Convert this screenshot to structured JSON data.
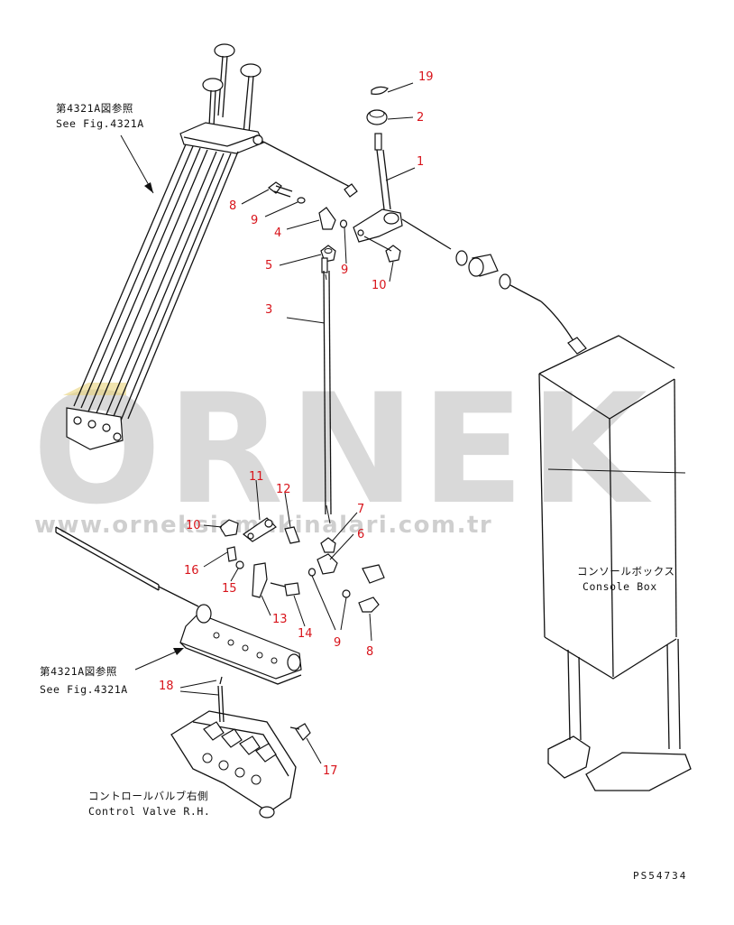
{
  "watermark": {
    "brand": "ORNEK",
    "url": "www.orneksismakinalari.com.tr"
  },
  "references": {
    "top_jp": "第4321A図参照",
    "top_en": "See Fig.4321A",
    "bottom_jp": "第4321A図参照",
    "bottom_en": "See Fig.4321A"
  },
  "components": {
    "console_jp": "コンソールボックス",
    "console_en": "Console Box",
    "valve_jp": "コントロールバルブ右側",
    "valve_en": "Control Valve R.H."
  },
  "part_numbers": {
    "p1": "1",
    "p2": "2",
    "p3": "3",
    "p4": "4",
    "p5": "5",
    "p6": "6",
    "p7": "7",
    "p8a": "8",
    "p8b": "8",
    "p9a": "9",
    "p9b": "9",
    "p9c": "9",
    "p10a": "10",
    "p10b": "10",
    "p11": "11",
    "p12": "12",
    "p13": "13",
    "p14": "14",
    "p15": "15",
    "p16": "16",
    "p17": "17",
    "p18": "18",
    "p19": "19"
  },
  "drawing_code": "PS54734",
  "colors": {
    "callout": "#d8141b",
    "line": "#111111",
    "watermark": "#d9d9d9"
  }
}
